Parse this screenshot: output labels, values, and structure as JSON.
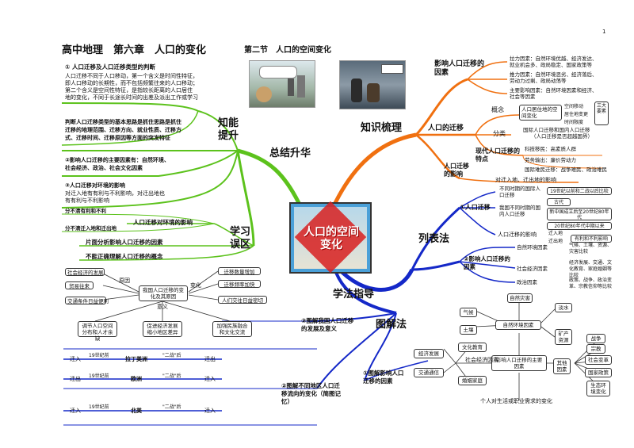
{
  "page_number": "1",
  "header": {
    "title": "高中地理　第六章　人口的变化",
    "section": "第二节　人口的空间变化"
  },
  "center": {
    "label": "人口的空间变化",
    "badge": "人口的"
  },
  "branches": {
    "knowledge": "知识梳理",
    "summary": "总结升华",
    "method": "学法指导",
    "ability": "知能提升",
    "mistakes": "学习误区",
    "list": "列表法",
    "diagram": "图解法"
  },
  "ability": {
    "p1_head": "① 人口迁移及人口迁移类型的判断",
    "p1_lines": [
      "人口迁移不同于人口移动，第一个含义是时间性特征，",
      "即人口移动的长期性，而不包括频繁往来的人口移动；",
      "第二个含义是空间性特征，是指较长距离的人口居住",
      "地的变化，不同于长途长时间的出差及派出工作或学习"
    ],
    "p2_lines": [
      "判断人口迁移类型的基本思路是抓住思路是抓住",
      "迁移的地理范围、迁移方向、就业性质、迁移方",
      "式、迁移时间、迁移原因等方面的突发特征"
    ],
    "p3_lines": [
      "②影响人口迁移的主要因素有：自然环境、",
      "社会经济、政治、社会文化因素"
    ],
    "p4_lines": [
      "③人口迁移对环境的影响",
      "对迁入地有有利与不利影响，对迁出地也",
      "有有利与不利影响"
    ]
  },
  "mistakes": {
    "items": [
      "分不清有利和不利",
      "分不清迁入地和迁出地",
      "人口迁移对环境的影响",
      "片面分析影响人口迁移的因素",
      "不能正确理解人口迁移的概念"
    ]
  },
  "knowledge": {
    "factors_title": "影响人口迁移的因素",
    "factors": [
      "拉力因素：自然环境优越、经济发达、",
      "就业机会多、政局稳定、国家政策等",
      "推力因素：自然环境恶劣、经济落后、",
      "劳动力过剩、政局动荡等",
      "主要影响因素：自然环境因素和经济、",
      "社会等因素"
    ],
    "migration": "人口的迁移",
    "concept": "概念",
    "concept_items": [
      "人口居住地的空间变化",
      "空间移动",
      "居住地变更",
      "时间限度",
      "三大要素"
    ],
    "classify": "分类",
    "classify_items": [
      "国际人口迁移和国内人口迁移",
      "（人口迁移是否超越国界）"
    ],
    "modern": "现代人口迁移的特点",
    "modern_items": [
      "科技移民：高素质人群",
      "劳务输出：廉价劳动力",
      "国际难民迁移：战争难民、政治难民"
    ],
    "impact": "人口迁移的影响",
    "impact_text": "对迁入地、迁出地的影响"
  },
  "list_method": {
    "g1": "①人口迁移",
    "periods": [
      "不同时期的国际人口迁移",
      "我国不同时期的国内人口迁移"
    ],
    "period_items": [
      "19世纪以前和二战以后比较",
      "古代",
      "新中国成立后至20世纪80年代",
      "20世纪80年代中期以来"
    ],
    "impact": "人口迁移的影响",
    "impact_items": [
      "迁入地",
      "迁出地",
      "有利和不利影响"
    ],
    "g2": "②影响人口迁移的因素",
    "nat": "自然环境因素",
    "nat_items": [
      "气候、土壤、资源、灾害比较"
    ],
    "eco": "社会经济因素",
    "eco_items": [
      "经济发展、交通、文化教育、家庭婚姻等比较"
    ],
    "pol": "政治因素",
    "pol_items": [
      "政策、战争、政治变革、宗教信仰等比较"
    ]
  },
  "diagram_method": {
    "g3": "③图解我国人口迁移的发展及意义",
    "reasons": "原因",
    "change": "变化",
    "meaning": "意义",
    "center_box": "我国人口迁移的变化及其原因",
    "left_items": [
      "社会经济的发展",
      "贸易往来",
      "交通条件日益便利"
    ],
    "right_items": [
      "迁移数量增加",
      "迁移频率加快",
      "人们交往日益密切"
    ],
    "bottom_items": [
      "调节人口空间分布和人才余缺",
      "促进经济发展缩小地区差异",
      "加强民族融合和文化交流"
    ],
    "g1": "①图解影响人口迁移的因素",
    "factor_center": "影响人口迁移的主要因素",
    "nat": "自然环境因素",
    "nat_items": [
      "气候",
      "土壤",
      "淡水",
      "矿产资源",
      "自然灾害"
    ],
    "eco": "社会经济因素",
    "eco_items": [
      "经济发展",
      "交通通信",
      "文化教育",
      "婚姻家庭"
    ],
    "other": "其他因素",
    "other_items": [
      "战争",
      "宗教",
      "社会变革",
      "国家政策",
      "生态环境变化"
    ],
    "personal": "个人对生活或职业需求的变化",
    "g2": "②图解不同地区人口迁移流向的变化（简图记忆）",
    "flows": [
      {
        "time1": "19世纪前",
        "place": "拉丁美洲",
        "time2": "\"二战\"后",
        "in": "迁入",
        "out": "迁出"
      },
      {
        "time1": "19世纪前",
        "place": "欧洲",
        "time2": "\"二战\"后",
        "in": "迁出",
        "out": "迁入"
      },
      {
        "time1": "19世纪前",
        "place": "北美",
        "time2": "\"二战\"后",
        "in": "迁入",
        "out": "迁入"
      }
    ]
  },
  "colors": {
    "green": "#5cc21c",
    "orange": "#f07010",
    "blue": "#1428c8",
    "red": "#d82020"
  }
}
